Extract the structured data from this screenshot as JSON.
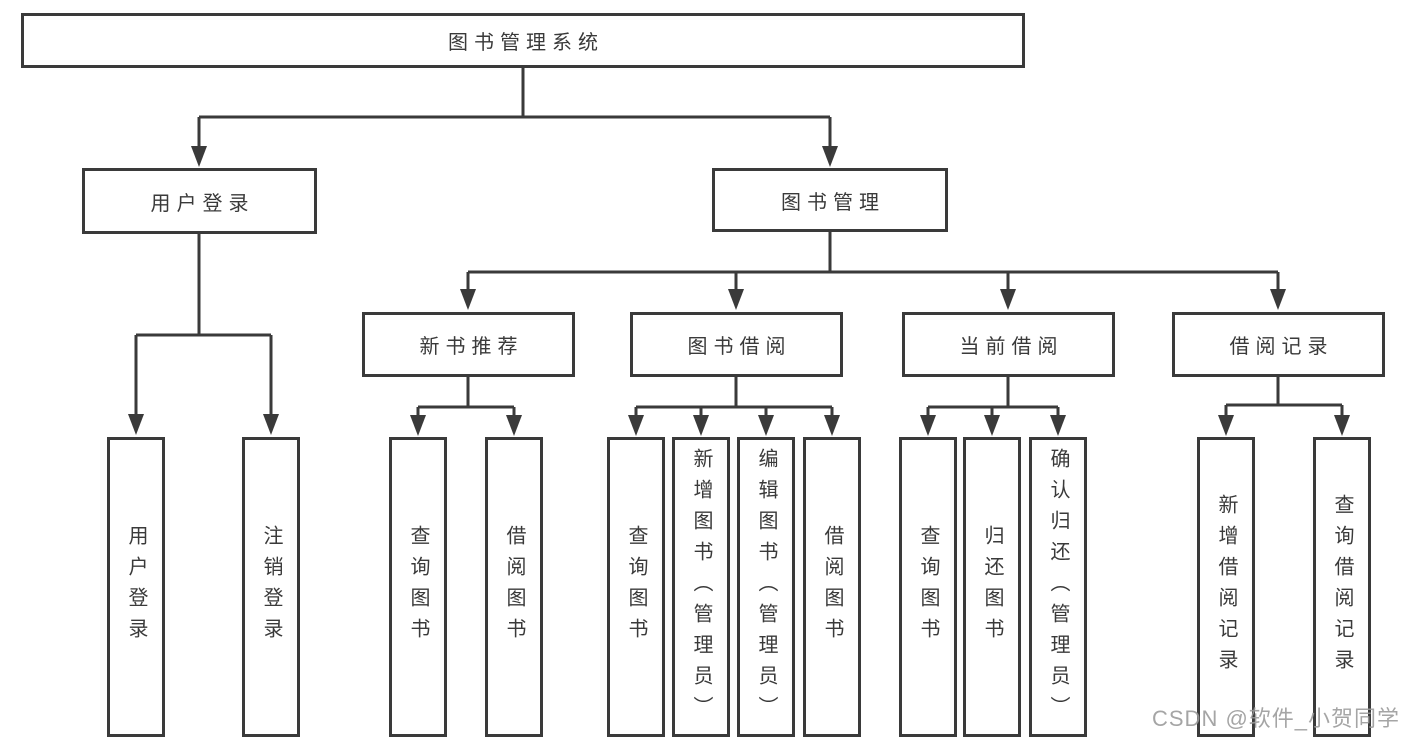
{
  "diagram": {
    "root_label": "图书管理系统",
    "level2": [
      {
        "label": "用户登录"
      },
      {
        "label": "图书管理"
      }
    ],
    "level3": [
      {
        "label": "新书推荐",
        "parent": "图书管理"
      },
      {
        "label": "图书借阅",
        "parent": "图书管理"
      },
      {
        "label": "当前借阅",
        "parent": "图书管理"
      },
      {
        "label": "借阅记录",
        "parent": "图书管理"
      }
    ],
    "leaves": [
      {
        "label": "用户登录",
        "parent": "用户登录"
      },
      {
        "label": "注销登录",
        "parent": "用户登录"
      },
      {
        "label": "查询图书",
        "parent": "新书推荐"
      },
      {
        "label": "借阅图书",
        "parent": "新书推荐"
      },
      {
        "label": "查询图书",
        "parent": "图书借阅"
      },
      {
        "label": "新增图书（管理员）",
        "parent": "图书借阅"
      },
      {
        "label": "编辑图书（管理员）",
        "parent": "图书借阅"
      },
      {
        "label": "借阅图书",
        "parent": "图书借阅"
      },
      {
        "label": "查询图书",
        "parent": "当前借阅"
      },
      {
        "label": "归还图书",
        "parent": "当前借阅"
      },
      {
        "label": "确认归还（管理员）",
        "parent": "当前借阅"
      },
      {
        "label": "新增借阅记录",
        "parent": "借阅记录"
      },
      {
        "label": "查询借阅记录",
        "parent": "借阅记录"
      }
    ],
    "watermark": "CSDN @软件_小贺同学",
    "colors": {
      "line": "#3a3a3a",
      "text": "#3a3a3a",
      "background": "#ffffff",
      "watermark": "#999999"
    }
  }
}
